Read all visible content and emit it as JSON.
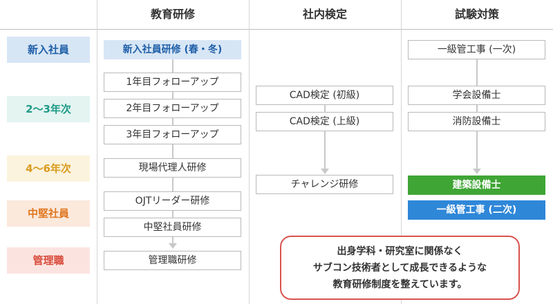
{
  "headers": [
    "教育研修",
    "社内検定",
    "試験対策"
  ],
  "levels": [
    {
      "label": "新入社員",
      "bg": "#d7e6f5",
      "color": "#1f5fa8"
    },
    {
      "label": "2〜3年次",
      "bg": "#e3f4f1",
      "color": "#1e9a86"
    },
    {
      "label": "4〜6年次",
      "bg": "#fbf3dd",
      "color": "#d99a1f"
    },
    {
      "label": "中堅社員",
      "bg": "#fbe9dc",
      "color": "#e0761f"
    },
    {
      "label": "管理職",
      "bg": "#fbe4e0",
      "color": "#d84a3a"
    }
  ],
  "education": [
    "新入社員研修 (春・冬)",
    "1年目フォローアップ",
    "2年目フォローアップ",
    "3年目フォローアップ",
    "現場代理人研修",
    "OJTリーダー研修",
    "中堅社員研修",
    "管理職研修"
  ],
  "internal": [
    "CAD検定 (初級)",
    "CAD検定 (上級)",
    "チャレンジ研修"
  ],
  "exam": [
    "一級管工事 (一次)",
    "学会設備士",
    "消防設備士",
    "建築設備士",
    "一級管工事 (二次)"
  ],
  "note": [
    "出身学科・研究室に関係なく",
    "サブコン技術者として成長できるような",
    "教育研修制度を整えています。"
  ],
  "colors": {
    "education_highlight": "#d7e6f5",
    "green": "#3fa535",
    "blue": "#2f87d8",
    "note_border": "#d9534f"
  }
}
